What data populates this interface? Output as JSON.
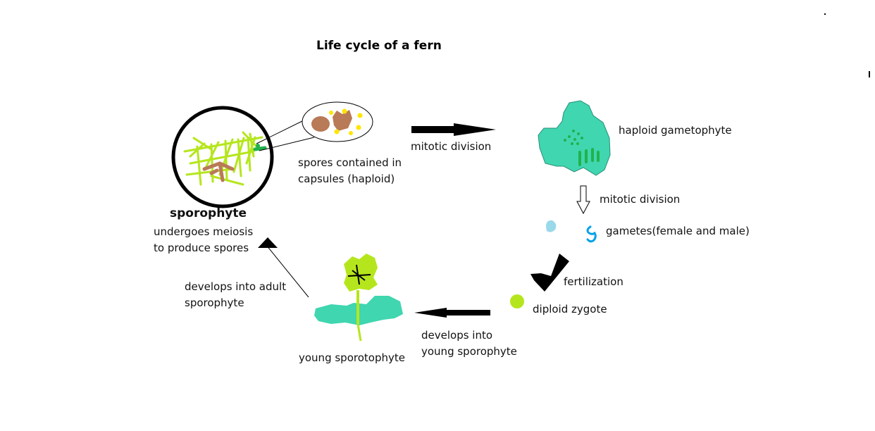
{
  "title": "Life cycle of a fern",
  "stages": {
    "sporophyte": {
      "label": "sporophyte",
      "desc_line1": "undergoes meiosis",
      "desc_line2": "to produce spores"
    },
    "spores": {
      "line1": "spores contained in",
      "line2": "capsules (haploid)"
    },
    "gametophyte": {
      "label": "haploid gametophyte"
    },
    "gametes": {
      "label": "gametes(female and male)"
    },
    "zygote": {
      "label": "diploid zygote"
    },
    "young_sporophyte": {
      "label": "young sporotophyte"
    }
  },
  "transitions": {
    "spores_to_gametophyte": "mitotic division",
    "gametophyte_to_gametes": "mitotic division",
    "gametes_to_zygote": "fertilization",
    "zygote_to_young": {
      "line1": "develops into",
      "line2": "young sporophyte"
    },
    "young_to_adult": {
      "line1": "develops into adult",
      "line2": "sporophyte"
    }
  },
  "colors": {
    "fern_green": "#b5e61d",
    "fern_dark_green": "#22b14c",
    "stem_brown": "#b97a57",
    "gametophyte_teal": "#3fd6b0",
    "spore_yellow": "#ffe600",
    "gamete_light_blue": "#99d9ea",
    "gamete_blue": "#00a2e8",
    "arrow_black": "#000000"
  }
}
